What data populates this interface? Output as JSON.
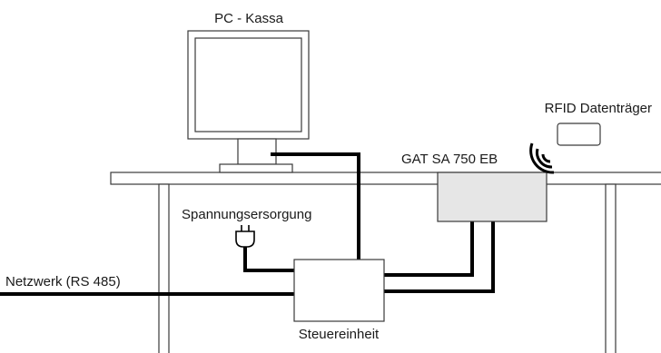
{
  "labels": {
    "pc": "PC - Kassa",
    "rfid": "RFID Datenträger",
    "reader": "GAT SA 750 EB",
    "power": "Spannungsersorgung",
    "network": "Netzwerk (RS 485)",
    "control": "Steuereinheit"
  },
  "colors": {
    "line": "#000000",
    "outline": "#3a3a3a",
    "reader_fill": "#e6e6e6",
    "background": "#ffffff"
  }
}
